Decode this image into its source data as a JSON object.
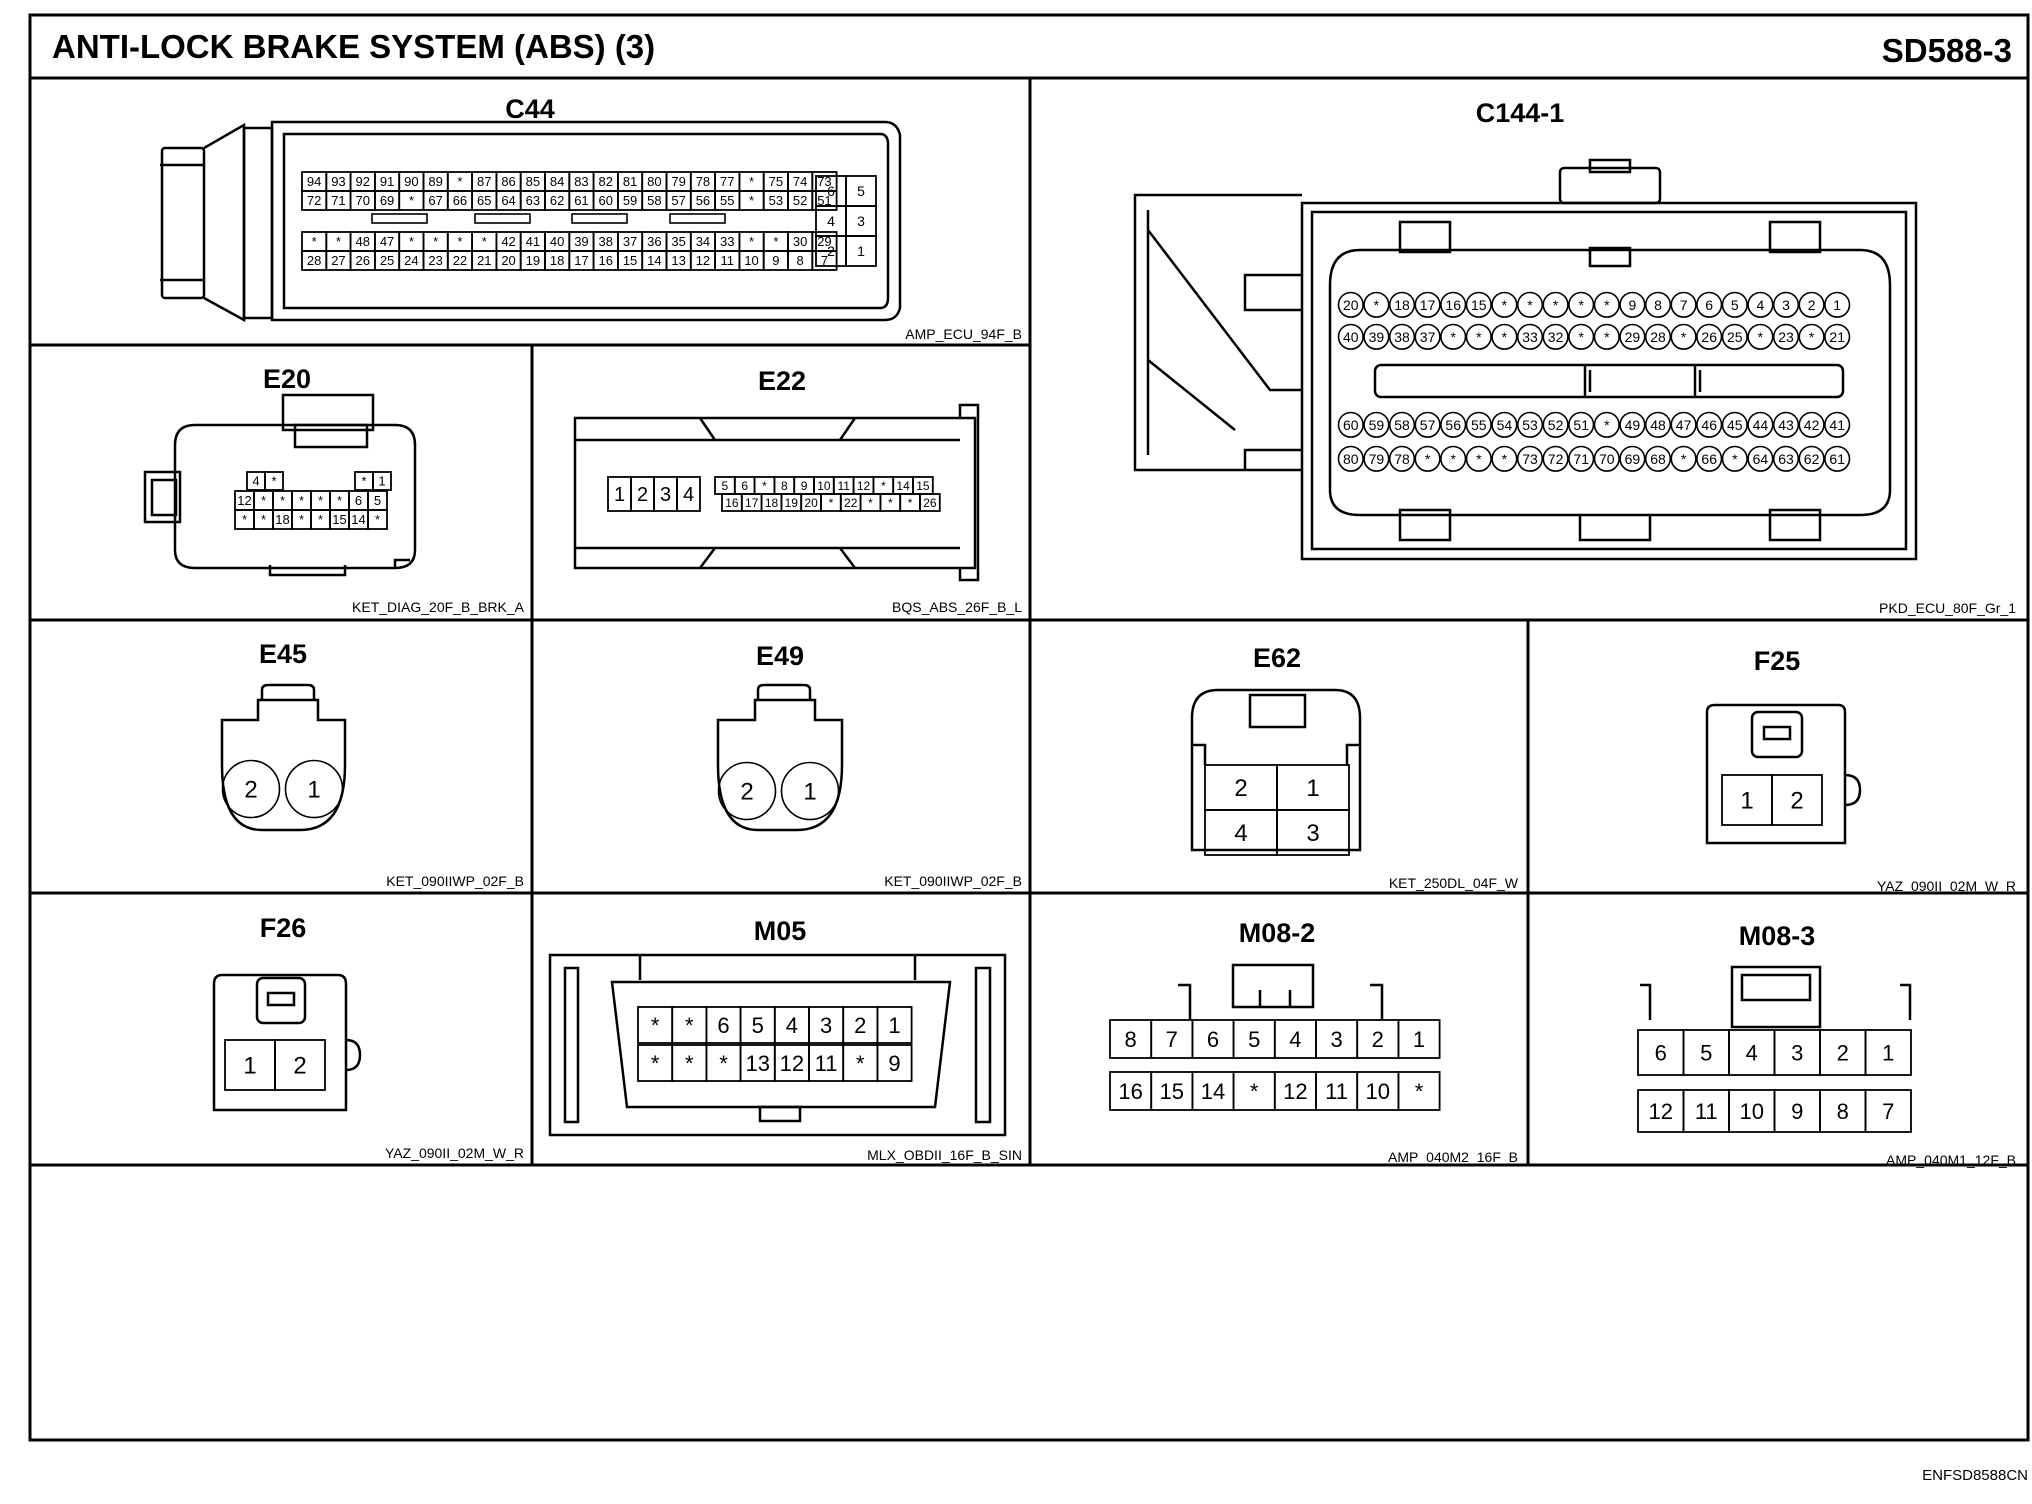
{
  "header": {
    "title": "ANTI-LOCK BRAKE SYSTEM (ABS) (3)",
    "code": "SD588-3"
  },
  "footer": {
    "code": "ENFSD8588CN"
  },
  "connectors": {
    "c44": {
      "name": "C44",
      "part": "AMP_ECU_94F_B",
      "row1": [
        "94",
        "93",
        "92",
        "91",
        "90",
        "89",
        "*",
        "87",
        "86",
        "85",
        "84",
        "83",
        "82",
        "81",
        "80",
        "79",
        "78",
        "77",
        "*",
        "75",
        "74",
        "73"
      ],
      "row2": [
        "72",
        "71",
        "70",
        "69",
        "*",
        "67",
        "66",
        "65",
        "64",
        "63",
        "62",
        "61",
        "60",
        "59",
        "58",
        "57",
        "56",
        "55",
        "*",
        "53",
        "52",
        "51"
      ],
      "row3": [
        "*",
        "*",
        "48",
        "47",
        "*",
        "*",
        "*",
        "*",
        "42",
        "41",
        "40",
        "39",
        "38",
        "37",
        "36",
        "35",
        "34",
        "33",
        "*",
        "*",
        "30",
        "29"
      ],
      "row4": [
        "28",
        "27",
        "26",
        "25",
        "24",
        "23",
        "22",
        "21",
        "20",
        "19",
        "18",
        "17",
        "16",
        "15",
        "14",
        "13",
        "12",
        "11",
        "10",
        "9",
        "8",
        "7"
      ],
      "side": [
        "6",
        "5",
        "4",
        "3",
        "2",
        "1"
      ]
    },
    "c144": {
      "name": "C144-1",
      "part": "PKD_ECU_80F_Gr_1",
      "row1": [
        "20",
        "*",
        "18",
        "17",
        "16",
        "15",
        "*",
        "*",
        "*",
        "*",
        "*",
        "9",
        "8",
        "7",
        "6",
        "5",
        "4",
        "3",
        "2",
        "1"
      ],
      "row2": [
        "40",
        "39",
        "38",
        "37",
        "*",
        "*",
        "*",
        "33",
        "32",
        "*",
        "*",
        "29",
        "28",
        "*",
        "26",
        "25",
        "*",
        "23",
        "*",
        "21"
      ],
      "row3": [
        "60",
        "59",
        "58",
        "57",
        "56",
        "55",
        "54",
        "53",
        "52",
        "51",
        "*",
        "49",
        "48",
        "47",
        "46",
        "45",
        "44",
        "43",
        "42",
        "41"
      ],
      "row4": [
        "80",
        "79",
        "78",
        "*",
        "*",
        "*",
        "*",
        "73",
        "72",
        "71",
        "70",
        "69",
        "68",
        "*",
        "66",
        "*",
        "64",
        "63",
        "62",
        "61"
      ]
    },
    "e20": {
      "name": "E20",
      "part": "KET_DIAG_20F_B_BRK_A",
      "row1": [
        "4",
        "*",
        "",
        "",
        "*",
        "1"
      ],
      "row2": [
        "12",
        "*",
        "*",
        "*",
        "*",
        "*",
        "6",
        "5"
      ],
      "row3": [
        "*",
        "*",
        "18",
        "*",
        "*",
        "15",
        "14",
        "*"
      ]
    },
    "e22": {
      "name": "E22",
      "part": "BQS_ABS_26F_B_L",
      "big": [
        "1",
        "2",
        "3",
        "4"
      ],
      "row1": [
        "5",
        "6",
        "*",
        "8",
        "9",
        "10",
        "11",
        "12",
        "*",
        "14",
        "15"
      ],
      "row2": [
        "16",
        "17",
        "18",
        "19",
        "20",
        "*",
        "22",
        "*",
        "*",
        "*",
        "26"
      ]
    },
    "e45": {
      "name": "E45",
      "part": "KET_090IIWP_02F_B",
      "pins": [
        "2",
        "1"
      ]
    },
    "e49": {
      "name": "E49",
      "part": "KET_090IIWP_02F_B",
      "pins": [
        "2",
        "1"
      ]
    },
    "e62": {
      "name": "E62",
      "part": "KET_250DL_04F_W",
      "pins": [
        "2",
        "1",
        "4",
        "3"
      ]
    },
    "f25": {
      "name": "F25",
      "part": "YAZ_090II_02M_W_R",
      "pins": [
        "1",
        "2"
      ]
    },
    "f26": {
      "name": "F26",
      "part": "YAZ_090II_02M_W_R",
      "pins": [
        "1",
        "2"
      ]
    },
    "m05": {
      "name": "M05",
      "part": "MLX_OBDII_16F_B_SIN",
      "row1": [
        "*",
        "*",
        "6",
        "5",
        "4",
        "3",
        "2",
        "1"
      ],
      "row2": [
        "*",
        "*",
        "*",
        "13",
        "12",
        "11",
        "*",
        "9"
      ]
    },
    "m082": {
      "name": "M08-2",
      "part": "AMP_040M2_16F_B",
      "row1": [
        "8",
        "7",
        "6",
        "5",
        "4",
        "3",
        "2",
        "1"
      ],
      "row2": [
        "16",
        "15",
        "14",
        "*",
        "12",
        "11",
        "10",
        "*"
      ]
    },
    "m083": {
      "name": "M08-3",
      "part": "AMP_040M1_12F_B",
      "row1": [
        "6",
        "5",
        "4",
        "3",
        "2",
        "1"
      ],
      "row2": [
        "12",
        "11",
        "10",
        "9",
        "8",
        "7"
      ]
    }
  }
}
